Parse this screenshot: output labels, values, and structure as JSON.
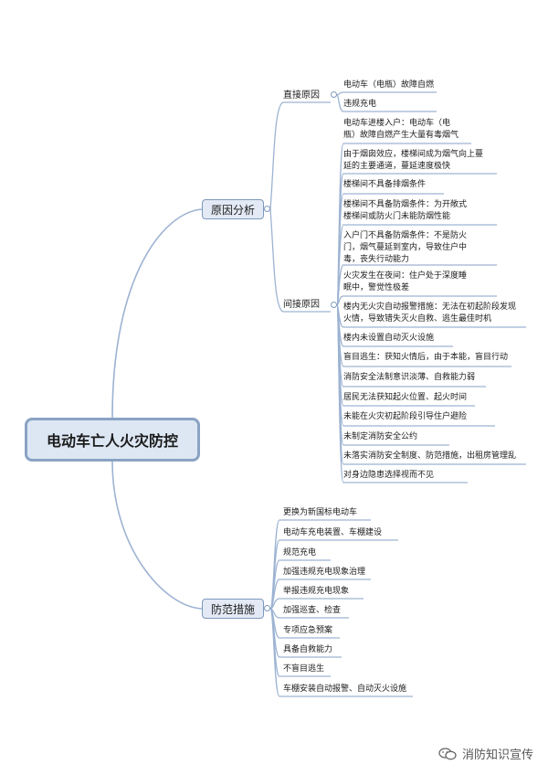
{
  "root": "电动车亡人火灾防控",
  "causes": {
    "label": "原因分析",
    "direct": {
      "label": "直接原因",
      "items": [
        "电动车（电瓶）故障自燃",
        "违规充电"
      ]
    },
    "indirect": {
      "label": "间接原因",
      "items": [
        "电动车进楼入户：电动车（电瓶）故障自燃产生大量有毒烟气",
        "由于烟囱效应，楼梯间成为烟气向上蔓延的主要通道，蔓延速度极快",
        "楼梯间不具备排烟条件",
        "楼梯间不具备防烟条件：为开敞式楼梯间或防火门未能防烟性能",
        "入户门不具备防烟条件：不是防火门，烟气蔓延到室内，导致住户中毒，丧失行动能力",
        "火灾发生在夜间：住户处于深度睡眠中，警觉性极差",
        "楼内无火灾自动报警措施：无法在初起阶段发现火情，导致错失灭火自救、逃生最佳时机",
        "楼内未设置自动灭火设施",
        "盲目逃生：获知火情后，由于本能，盲目行动",
        "消防安全法制意识淡薄、自救能力弱",
        "居民无法获知起火位置、起火时间",
        "未能在火灾初起阶段引导住户避险",
        "未制定消防安全公约",
        "未落实消防安全制度、防范措施，出租房管理乱",
        "对身边隐患选择视而不见"
      ]
    }
  },
  "prevention": {
    "label": "防范措施",
    "items": [
      "更换为新国标电动车",
      "电动车充电装置、车棚建设",
      "规范充电",
      "加强违规充电现象治理",
      "举报违规充电现象",
      "加强巡查、检查",
      "专项应急预案",
      "具备自救能力",
      "不盲目逃生",
      "车棚安装自动报警、自动灭火设施"
    ]
  },
  "watermark": "消防知识宣传",
  "colors": {
    "line": "#9db3d2",
    "node_fill": "#e3eaf5",
    "node_border": "#7e98bd"
  }
}
